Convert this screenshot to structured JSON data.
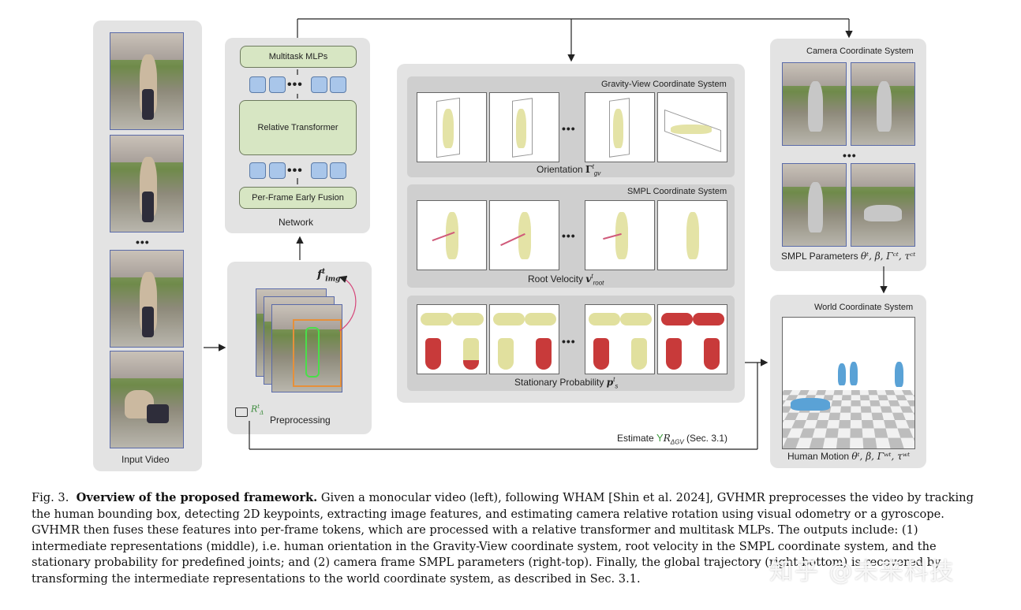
{
  "input_video": {
    "label": "Input Video",
    "ellipsis": "•••"
  },
  "network": {
    "label": "Network",
    "multitask": "Multitask MLPs",
    "transformer": "Relative Transformer",
    "fusion": "Per-Frame Early Fusion",
    "ellipsis": "•••"
  },
  "preprocessing": {
    "label": "Preprocessing",
    "feature": "f",
    "feature_sup": "t",
    "feature_sub": "img",
    "rot": "R",
    "rot_sup": "t",
    "rot_sub": "Δ"
  },
  "gravity": {
    "title": "Gravity-View Coordinate System",
    "caption_prefix": "Orientation ",
    "caption_sym": "Γ",
    "caption_sup": "t",
    "caption_sub": "gv",
    "ellipsis": "•••"
  },
  "smpl": {
    "title": "SMPL Coordinate System",
    "caption_prefix": "Root Velocity ",
    "caption_sym": "v",
    "caption_sup": "t",
    "caption_sub": "root",
    "ellipsis": "•••"
  },
  "stationary": {
    "caption_prefix": "Stationary Probability ",
    "caption_sym": "p",
    "caption_sup": "t",
    "caption_sub": "s",
    "ellipsis": "•••"
  },
  "camera": {
    "title": "Camera Coordinate System",
    "params_prefix": "SMPL Parameters ",
    "params_math": "θᵗ, β, Γᶜᵗ, τᶜᵗ",
    "ellipsis": "•••"
  },
  "world": {
    "title": "World Coordinate System",
    "motion_prefix": "Human Motion ",
    "motion_math": "θᵗ, β, Γʷᵗ, τʷᵗ"
  },
  "estimate": {
    "prefix": "Estimate ",
    "math": "R",
    "math_sub": "ΔGV",
    "ref": " (Sec. 3.1)"
  },
  "caption": {
    "fig": "Fig. 3.",
    "title": "Overview of the proposed framework.",
    "body": " Given a monocular video (left), following WHAM [Shin et al. 2024], GVHMR preprocesses the video by tracking the human bounding box, detecting 2D keypoints, extracting image features, and estimating camera relative rotation using visual odometry or a gyroscope. GVHMR then fuses these features into per-frame tokens, which are processed with a relative transformer and multitask MLPs. The outputs include: (1) intermediate representations (middle), i.e. human orientation in the Gravity-View coordinate system, root velocity in the SMPL coordinate system, and the stationary probability for predefined joints; and (2) camera frame SMPL parameters (right-top). Finally, the global trajectory (right-bottom) is recovered by transforming the intermediate representations to the world coordinate system, as described in Sec. 3.1."
  },
  "watermark": "知乎 @未来科技"
}
